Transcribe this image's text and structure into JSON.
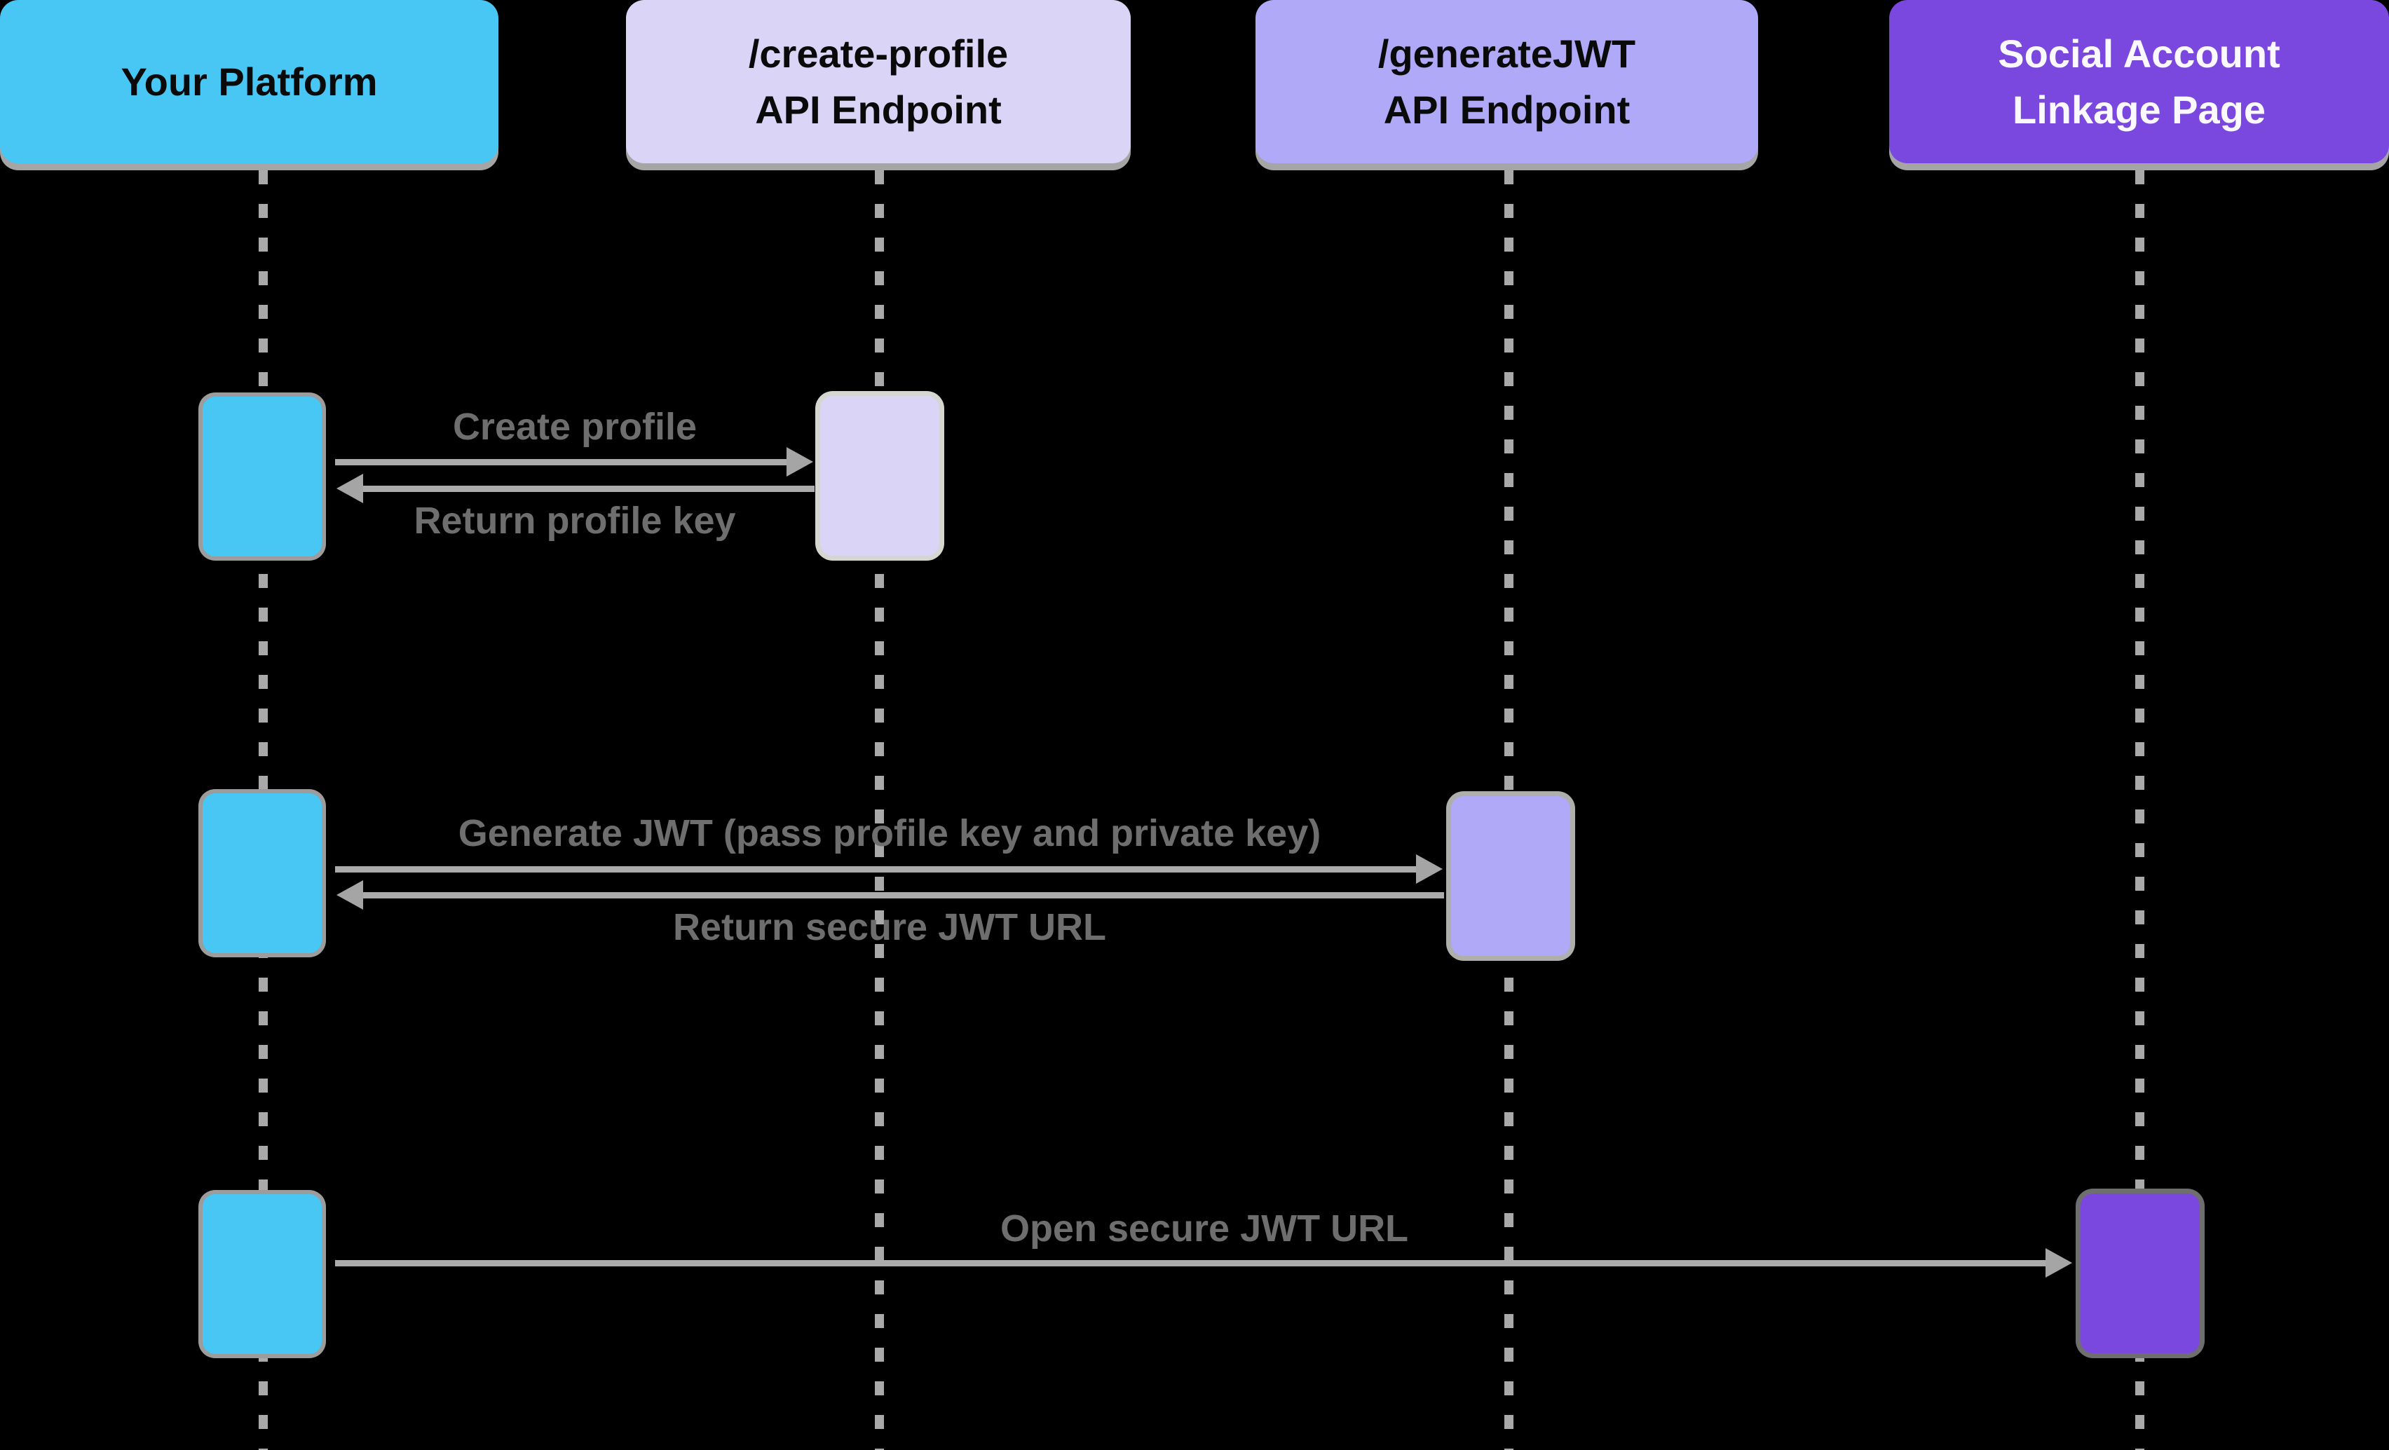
{
  "diagram": {
    "type": "sequence",
    "background": "#000000",
    "colors": {
      "platform": "#48c7f5",
      "create_profile_endpoint": "#dad5f6",
      "generate_jwt_endpoint": "#afa9f8",
      "social_linkage_page": "#7a48df",
      "arrow": "#ababab",
      "label_text": "#6e6e6e",
      "lifeline": "#a9a9a9",
      "header_text_dark": "#0a0a0a",
      "header_text_light": "#faf9ff"
    },
    "actors": [
      {
        "id": "your-platform",
        "line1": "Your Platform"
      },
      {
        "id": "create-profile-endpoint",
        "line1": "/create-profile",
        "line2": "API Endpoint"
      },
      {
        "id": "generate-jwt-endpoint",
        "line1": "/generateJWT",
        "line2": "API Endpoint"
      },
      {
        "id": "social-linkage-page",
        "line1": "Social Account",
        "line2": "Linkage Page"
      }
    ],
    "messages": [
      {
        "label": "Create profile",
        "from": "Your Platform",
        "to": "/create-profile API Endpoint",
        "direction": "right"
      },
      {
        "label": "Return profile key",
        "from": "/create-profile API Endpoint",
        "to": "Your Platform",
        "direction": "left"
      },
      {
        "label": "Generate JWT (pass profile key and private key)",
        "from": "Your Platform",
        "to": "/generateJWT API Endpoint",
        "direction": "right"
      },
      {
        "label": "Return secure JWT URL",
        "from": "/generateJWT API Endpoint",
        "to": "Your Platform",
        "direction": "left"
      },
      {
        "label": "Open secure JWT URL",
        "from": "Your Platform",
        "to": "Social Account Linkage Page",
        "direction": "right"
      }
    ]
  }
}
